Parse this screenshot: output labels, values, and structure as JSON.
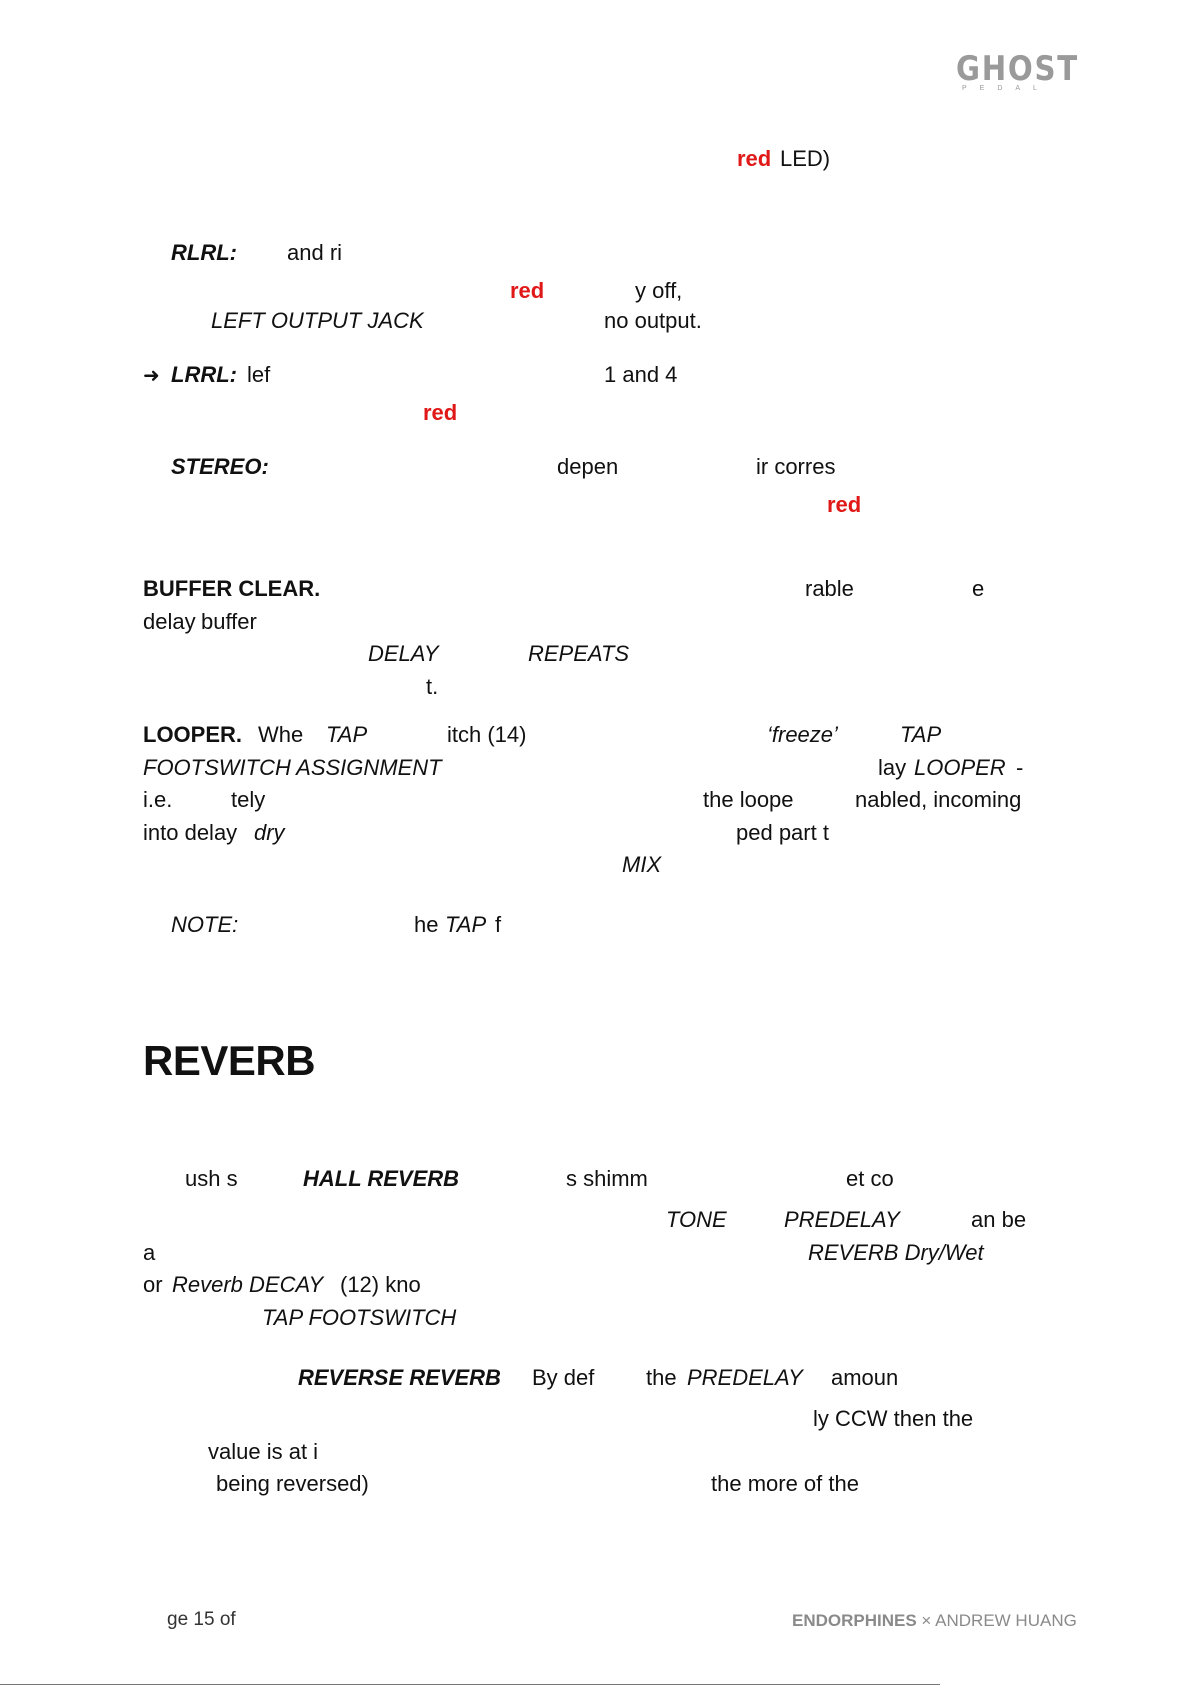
{
  "header": {
    "logo_main": "GHOST",
    "logo_sub": "PEDAL"
  },
  "page": {
    "l1": {
      "red": "red",
      "text": "LED)"
    },
    "rlrl": {
      "label": "RLRL:",
      "text": "and ri"
    },
    "l3": {
      "red": "red",
      "text": "y off,"
    },
    "l4": {
      "italic": "LEFT OUTPUT JACK",
      "text": "no output."
    },
    "lrrl": {
      "arrow": "➜",
      "label": "LRRL:",
      "text1": "lef",
      "text2": "1 and 4"
    },
    "l6": {
      "red": "red"
    },
    "stereo": {
      "label": "STEREO:",
      "t1": "depen",
      "t2": "ir corres"
    },
    "l8": {
      "red": "red"
    },
    "buffer": {
      "label": "BUFFER CLEAR.",
      "t1": "rable",
      "t2": "e"
    },
    "l10": {
      "t1": "delay",
      "t2": "buffer"
    },
    "l11": {
      "i1": "DELAY",
      "i2": "REPEATS"
    },
    "l12": {
      "t": "t."
    },
    "looper": {
      "label": "LOOPER.",
      "t1": "Whe",
      "i1": "TAP",
      "t2": "itch (14)",
      "i2": "‘freeze’",
      "i3": "TAP"
    },
    "l14": {
      "i1": "FOOTSWITCH ASSIGNMENT",
      "t1": "lay",
      "i2": "LOOPER",
      "t2": "-"
    },
    "l15": {
      "t1": "i.e.",
      "t2": "tely",
      "t3": "the loope",
      "t4": "nabled, incoming"
    },
    "l16": {
      "t1": "into delay",
      "i1": "dry",
      "t2": "ped part t"
    },
    "l17": {
      "i1": "MIX"
    },
    "note": {
      "label": "NOTE:",
      "t1": "he",
      "i1": "TAP",
      "t2": "f"
    },
    "reverb_heading": "REVERB",
    "r1": {
      "t1": "ush s",
      "bi1": "HALL REVERB",
      "t2": "s shimm",
      "t3": "et co"
    },
    "r2": {
      "i1": "TONE",
      "i2": "PREDELAY",
      "t1": "an be"
    },
    "r3": {
      "t1": "a",
      "i1": "REVERB Dry/Wet"
    },
    "r4": {
      "t1": "or",
      "i1": "Reverb DECAY",
      "t2": "(12) kno"
    },
    "r5": {
      "i1": "TAP FOOTSWITCH"
    },
    "r6": {
      "bi1": "REVERSE REVERB",
      "t1": "By def",
      "t2": "the",
      "i1": "PREDELAY",
      "t3": "amoun"
    },
    "r7": {
      "t1": "ly CCW then the"
    },
    "r8": {
      "t1": "value is at i"
    },
    "r9": {
      "t1": "being reversed)",
      "t2": "the more of the"
    }
  },
  "footer": {
    "page_label": "ge 15 of",
    "brand_a": "ENDORPHINES",
    "brand_x": "×",
    "brand_b": "ANDREW HUANG"
  }
}
